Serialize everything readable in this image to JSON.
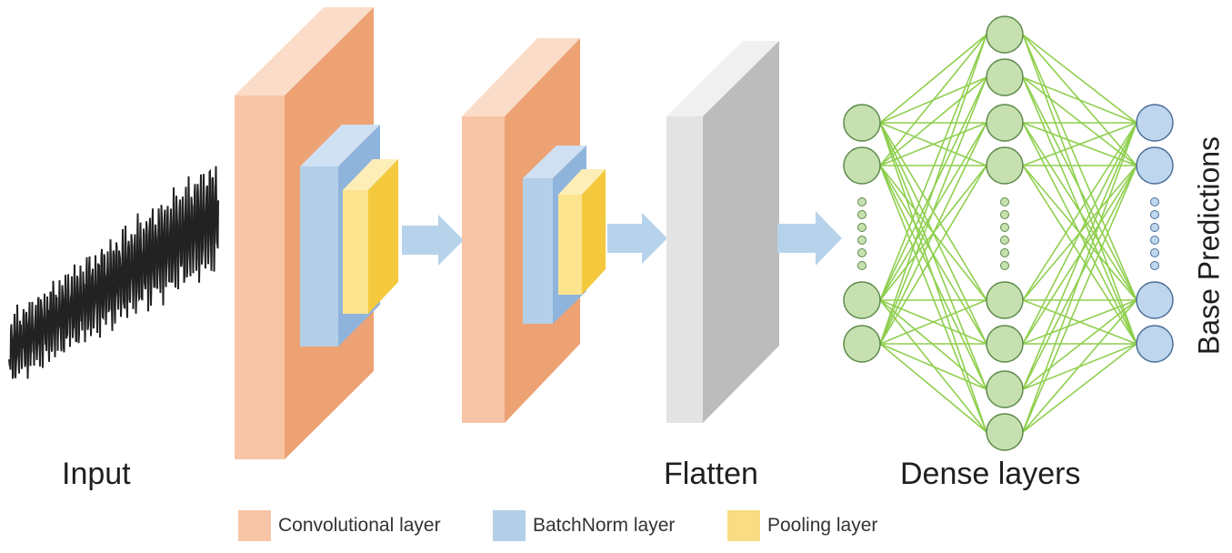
{
  "labels": {
    "input": "Input",
    "flatten": "Flatten",
    "dense": "Dense layers",
    "output": "Base Predictions"
  },
  "legend": [
    {
      "label": "Convolutional layer",
      "color": "#f7c5a5"
    },
    {
      "label": "BatchNorm layer",
      "color": "#b4cfe8"
    },
    {
      "label": "Pooling layer",
      "color": "#f9dd85"
    }
  ],
  "colors": {
    "conv_front": "#f7c5a5",
    "conv_side": "#eda274",
    "conv_top": "#fbdcc8",
    "bn_front": "#b4cfe8",
    "bn_side": "#8fb4dc",
    "pool_front": "#fce48f",
    "pool_side": "#f4c93e",
    "flatten_front": "#e3e3e3",
    "flatten_side": "#bcbcbc",
    "arrow": "#b7d3ec",
    "node_green": "#c6e0b0",
    "node_blue": "#bed6ee",
    "edge": "#8fcf4e",
    "signal": "#222222"
  }
}
